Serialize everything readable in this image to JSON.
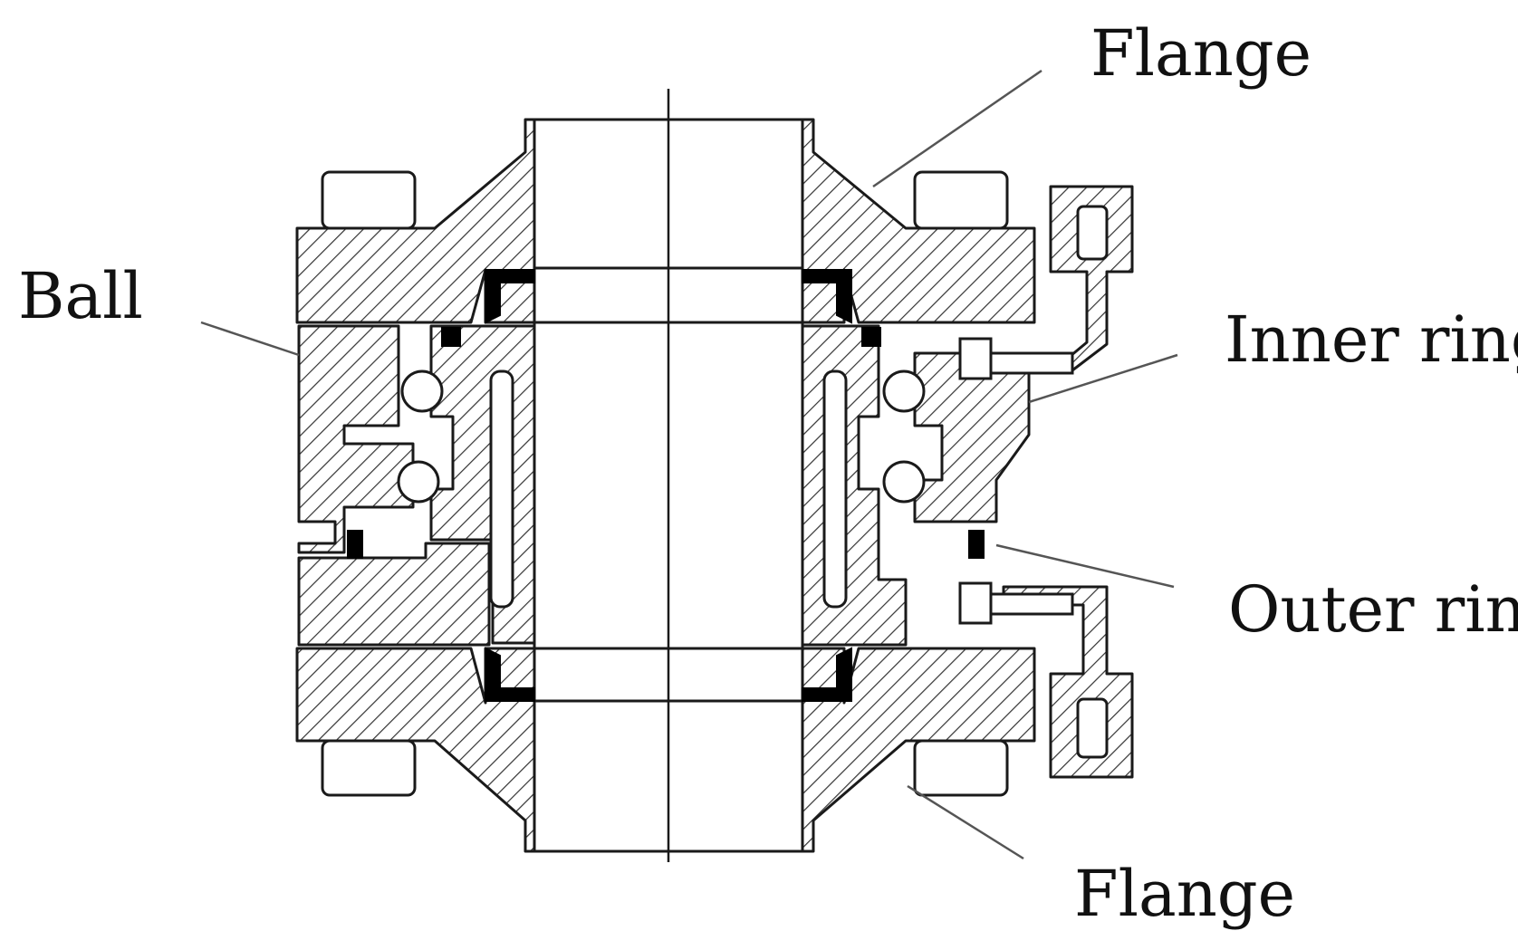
{
  "diagram": {
    "labels": {
      "flange_top": "Flange",
      "ball": "Ball",
      "inner_ring": "Inner ring",
      "outer_ring": "Outer ring",
      "flange_bottom": "Flange"
    },
    "colors": {
      "line": "#1a1a1a",
      "leader": "#555555",
      "background": "#ffffff",
      "seal": "#000000"
    }
  }
}
